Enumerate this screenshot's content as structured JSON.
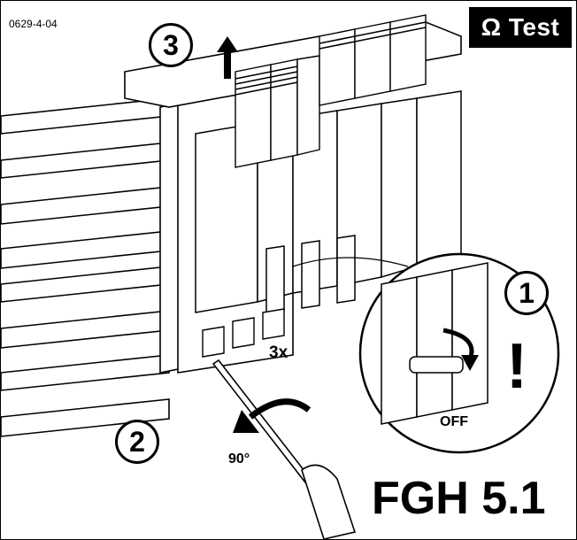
{
  "figure": {
    "code": "0629-4-04",
    "badge": "Ω Test",
    "steps": [
      "1",
      "2",
      "3"
    ],
    "count_label": "3x",
    "angle_label": "90°",
    "switch_state": "OFF",
    "warning_mark": "!",
    "model": "FGH 5.1"
  }
}
